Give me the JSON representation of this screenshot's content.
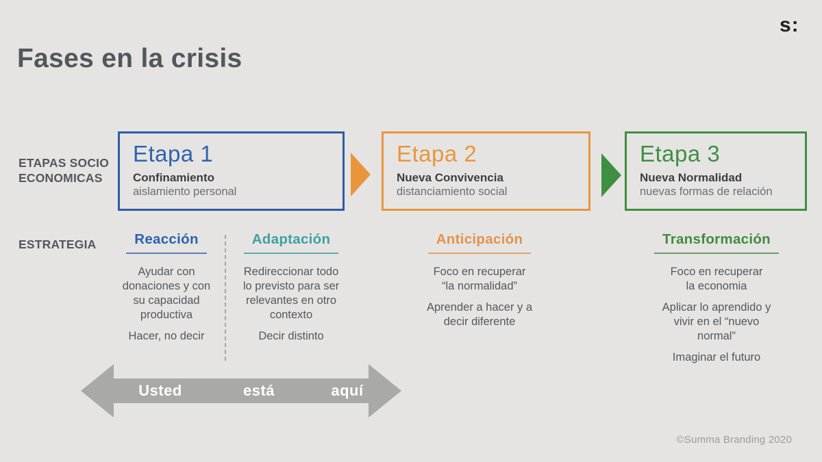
{
  "slide": {
    "logo": "s:",
    "title": "Fases en la crisis",
    "footer": "©Summa Branding 2020"
  },
  "labels": {
    "stages_row": "ETAPAS SOCIO\nECONOMICAS",
    "strategy_row": "ESTRATEGIA"
  },
  "colors": {
    "background": "#e5e4e2",
    "stage1_blue": "#2d5ca7",
    "stage2_orange": "#e8963b",
    "stage3_green": "#3e8f42",
    "strategy_teal": "#3f9fa5",
    "arrow_gray": "#a9a9a7",
    "text_dark": "#54575c"
  },
  "stages": [
    {
      "title": "Etapa 1",
      "subtitle_bold": "Confinamiento",
      "subtitle": "aislamiento personal"
    },
    {
      "title": "Etapa 2",
      "subtitle_bold": "Nueva Convivencia",
      "subtitle": "distanciamiento social"
    },
    {
      "title": "Etapa 3",
      "subtitle_bold": "Nueva Normalidad",
      "subtitle": "nuevas formas de relación"
    }
  ],
  "strategies": [
    {
      "name": "Reacción",
      "paragraphs": [
        "Ayudar con\ndonaciones y con\nsu capacidad\nproductiva",
        "Hacer, no decir"
      ]
    },
    {
      "name": "Adaptación",
      "paragraphs": [
        "Redireccionar todo\nlo previsto para ser\nrelevantes en otro\ncontexto",
        "Decir distinto"
      ]
    },
    {
      "name": "Anticipación",
      "paragraphs": [
        "Foco en recuperar\n“la normalidad”",
        "Aprender a hacer y a\ndecir diferente"
      ]
    },
    {
      "name": "Transformación",
      "paragraphs": [
        "Foco en recuperar\nla economia",
        "Aplicar lo aprendido y\nvivir en el “nuevo\nnormal”",
        "Imaginar el futuro"
      ]
    }
  ],
  "bottom_arrow": {
    "words": [
      "Usted",
      "está",
      "aquí"
    ]
  }
}
